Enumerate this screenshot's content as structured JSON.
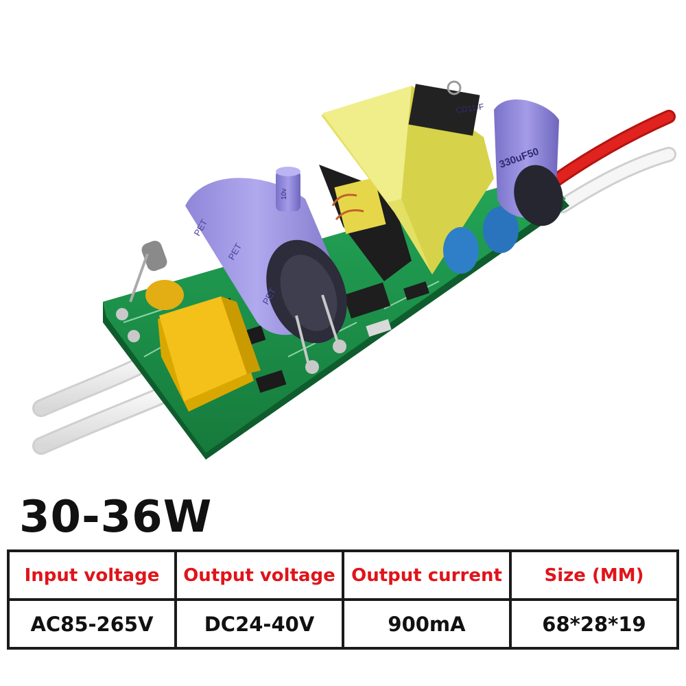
{
  "product": {
    "wattage": "30-36W"
  },
  "spec_table": {
    "headers": [
      "Input voltage",
      "Output voltage",
      "Output current",
      "Size (MM)"
    ],
    "values": [
      "AC85-265V",
      "DC24-40V",
      "900mA",
      "68*28*19"
    ]
  },
  "photo": {
    "cap_large_marks": [
      "PET",
      "PET",
      "PET"
    ],
    "cap_small_mark": "330uF50",
    "cap_small_marks_top": "CD11-F",
    "cap_tiny_mark": "10v"
  },
  "colors": {
    "header_text": "#e0141a",
    "value_text": "#111111",
    "table_border": "#1a1a1a",
    "pcb_green": "#1f9a4e",
    "wire_red": "#e0231f"
  }
}
